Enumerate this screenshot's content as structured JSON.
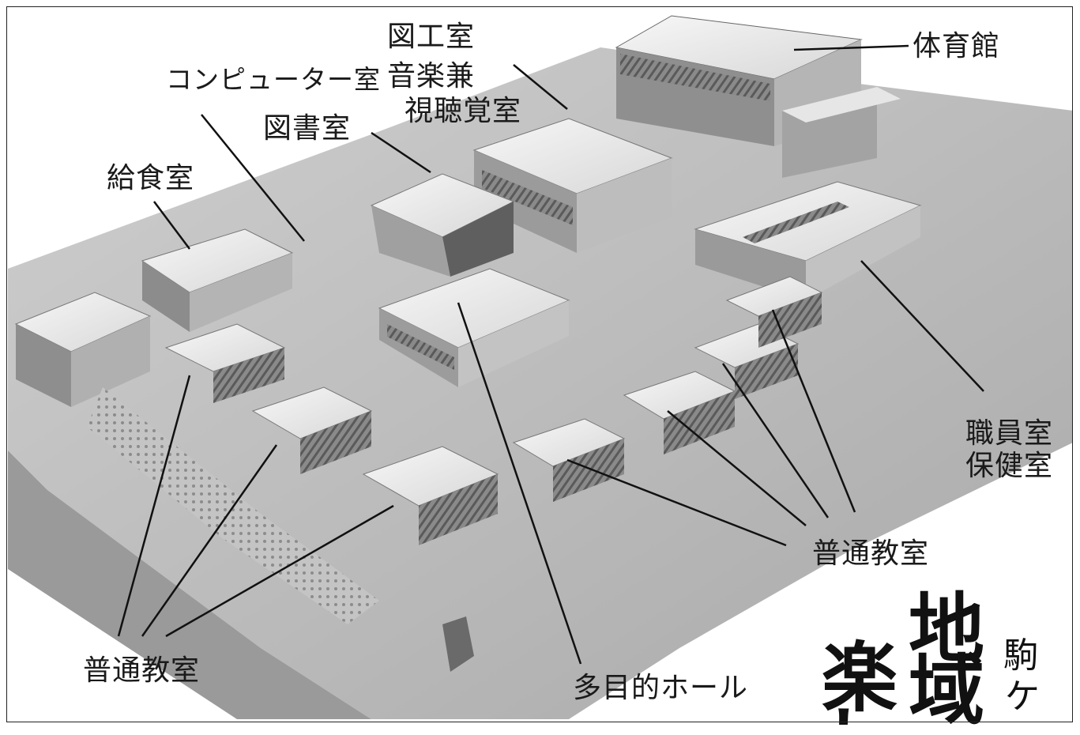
{
  "labels": {
    "kyushoku": "給食室",
    "computer": "コンピューター室",
    "tosho": "図書室",
    "zuko": "図工室",
    "ongaku": "音楽兼",
    "shichokaku": "視聴覚室",
    "taiikukan": "体育館",
    "shokuin": "職員室",
    "hoken": "保健室",
    "futsu_right": "普通教室",
    "futsu_left": "普通教室",
    "tamokuteki": "多目的ホール"
  },
  "title": {
    "col1_char1": "地",
    "col1_char2": "域",
    "col2_char1": "楽",
    "col2_char2": "し",
    "side_char1": "駒",
    "side_char2": "ケ"
  },
  "colors": {
    "ground": "#bfbfbf",
    "roof_light": "#f2f2f2",
    "roof_mid": "#dcdcdc",
    "wall_dark": "#7a7a7a",
    "leader_line": "#111111"
  }
}
